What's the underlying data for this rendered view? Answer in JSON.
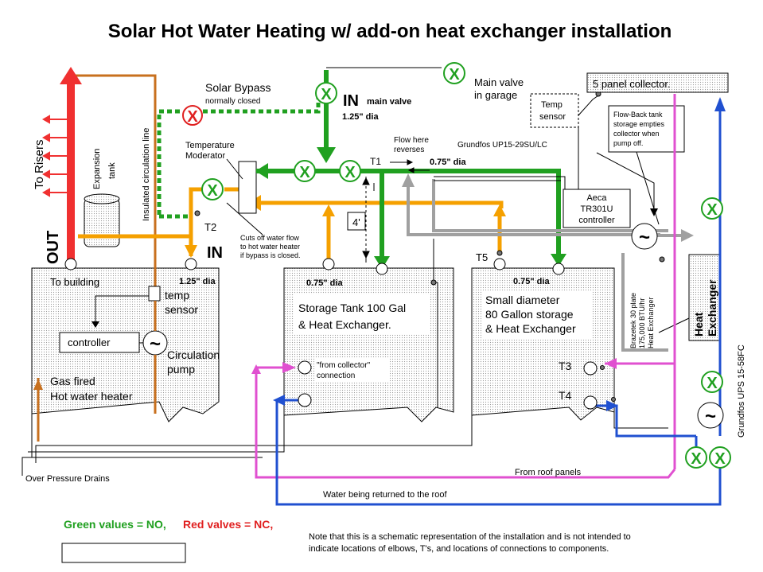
{
  "title": "Solar Hot Water Heating w/ add-on heat exchanger installation",
  "labels": {
    "to_risers": "To Risers",
    "out": "OUT",
    "in_left": "IN",
    "expansion_tank": "Expansion tank",
    "insulated_line": "Insulated circulation line",
    "solar_bypass": "Solar Bypass",
    "normally_closed": "normally closed",
    "temperature_moderator": "Temperature Moderator",
    "t2": "T2",
    "t1": "T1",
    "t5": "T5",
    "t3": "T3",
    "t4": "T4",
    "cuts_off": [
      "Cuts off water flow",
      "to hot water heater",
      "if bypass is closed."
    ],
    "in_main": "IN",
    "main_valve": "main valve",
    "dia_125_main": "1.25\" dia",
    "dia_125_heater": "1.25\" dia",
    "dia_075_top": "0.75\" dia",
    "dia_075_storage": "0.75\" dia",
    "dia_075_small": "0.75\" dia",
    "flow_reverses": [
      "Flow here",
      "reverses"
    ],
    "grundfos_top": "Grundfos UP15-29SU/LC",
    "main_valve_garage": [
      "Main valve",
      "in garage"
    ],
    "temp_sensor_box": [
      "Temp",
      "sensor"
    ],
    "panel_collector": "5 panel collector.",
    "flow_back": [
      "Flow-Back tank",
      "storage empties",
      "collector when",
      "pump off."
    ],
    "aeca": [
      "Aeca",
      "TR301U",
      "controller"
    ],
    "four_ft": "4'",
    "to_building": "To building",
    "temp_sensor_heater": [
      "temp",
      "sensor"
    ],
    "controller": "controller",
    "circulation_pump": [
      "Circulation",
      "pump"
    ],
    "gas_fired": [
      "Gas fired",
      "Hot water heater"
    ],
    "storage_tank": [
      "Storage Tank 100 Gal",
      "& Heat Exchanger."
    ],
    "from_collector": [
      "\"from collector\"",
      "connection"
    ],
    "small_tank": [
      "Small diameter",
      "80 Gallon storage",
      "& Heat Exchanger"
    ],
    "brazetek": [
      "Brazetek 30 plate",
      "175,000 BTU/hr",
      "Heat Exchanger"
    ],
    "heat_exchanger": [
      "Heat",
      "Exchanger"
    ],
    "grundfos_side": "Grundfos UPS 15-58FC",
    "over_pressure": "Over Pressure Drains",
    "from_roof": "From roof panels",
    "water_returned": "Water being returned to the roof",
    "legend_green": "Green values = NO,",
    "legend_red": "Red valves = NC,",
    "note": [
      "Note that this is a schematic representation of the installation and is not intended to",
      "indicate locations of elbows, T's, and locations of connections to components."
    ],
    "valve_open_mark": "X",
    "valve_closed_mark": "X",
    "pump_mark": "~"
  },
  "colors": {
    "hot_out": "#f03030",
    "brown": "#c8701e",
    "orange": "#f5a000",
    "green": "#20a020",
    "grey": "#a0a0a0",
    "pink": "#e050d0",
    "blue": "#2050d0",
    "red_valve": "#e02020"
  }
}
